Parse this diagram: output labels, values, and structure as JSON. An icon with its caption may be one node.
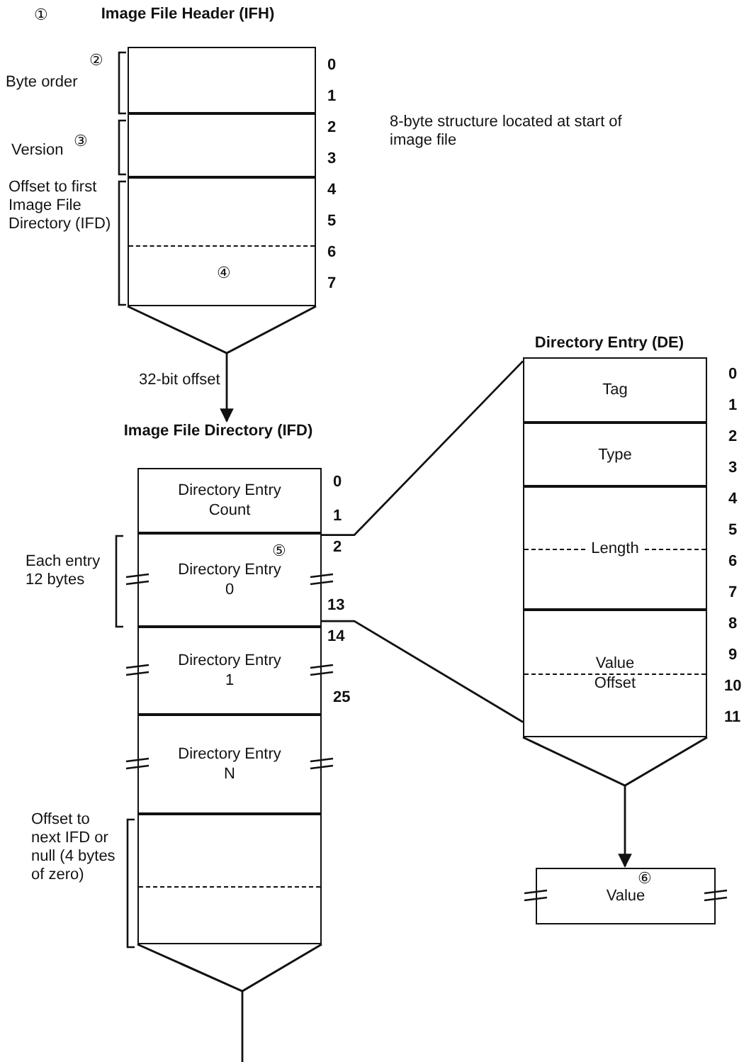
{
  "diagram": {
    "nodes": [
      {
        "text": [
          "Image File Header (IFH)"
        ]
      },
      {
        "text": [],
        "shape": "box",
        "in": 0
      },
      {
        "text": [],
        "shape": "box",
        "in": 0
      },
      {
        "text": [],
        "shape": "box",
        "in": 0
      },
      {
        "text": [
          "Image File Directory (IFD)"
        ]
      },
      {
        "text": [
          "Directory Entry Count"
        ],
        "in": 4
      },
      {
        "text": [
          "Directory Entry 0"
        ],
        "in": 4
      },
      {
        "text": [
          "Directory Entry 1"
        ],
        "in": 4
      },
      {
        "text": [
          "Directory Entry N"
        ],
        "in": 4
      },
      {
        "text": [],
        "shape": "box",
        "in": 4
      },
      {
        "text": [
          "Directory Entry (DE)"
        ]
      },
      {
        "text": [
          "Tag"
        ],
        "in": 10
      },
      {
        "text": [
          "Type"
        ],
        "in": 10
      },
      {
        "text": [
          "Length"
        ],
        "in": 10
      },
      {
        "text": [
          "Value Offset"
        ],
        "in": 10
      },
      {
        "text": [
          "Value"
        ]
      }
    ],
    "edges": [
      {
        "from": 0,
        "to": 4,
        "arrow": "to",
        "label": "32-bit offset"
      },
      {
        "from": 6,
        "to": 10,
        "arrow": "none"
      },
      {
        "from": 6,
        "to": 10,
        "arrow": "none"
      },
      {
        "from": 4,
        "to": null,
        "arrow": "none"
      },
      {
        "from": 10,
        "to": 15,
        "arrow": "to"
      }
    ],
    "labels": [
      "①",
      "Byte order",
      "②",
      "0",
      "1",
      "2",
      "8-byte structure located at start of image file",
      "Version",
      "③",
      "3",
      "Offset to first Image File Directory (IFD)",
      "4",
      "5",
      "6",
      "④",
      "7",
      "0",
      "1",
      "2",
      "3",
      "Each entry 12 bytes",
      "0",
      "1",
      "2",
      "⑤",
      "13",
      "14",
      "4",
      "5",
      "6",
      "7",
      "8",
      "9",
      "10",
      "11",
      "25",
      "Offset to next IFD or null (4 bytes of zero)",
      "⑥"
    ]
  }
}
